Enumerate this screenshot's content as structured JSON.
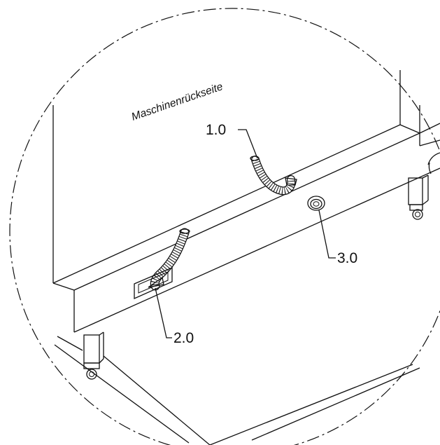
{
  "diagram": {
    "title": "Maschinenrückseite",
    "callouts": [
      {
        "id": "1.0",
        "label": "1.0"
      },
      {
        "id": "2.0",
        "label": "2.0"
      },
      {
        "id": "3.0",
        "label": "3.0"
      }
    ]
  }
}
